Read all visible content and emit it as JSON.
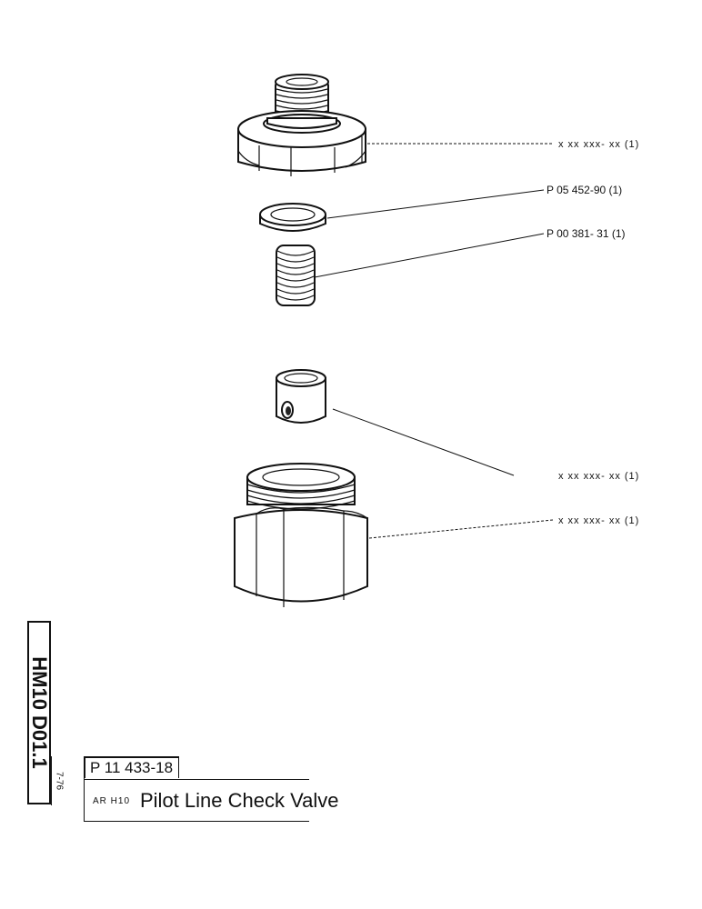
{
  "drawing": {
    "doc_code": "HM10 D01.1",
    "date_code": "7-76",
    "part_number": "P 11 433-18",
    "model_code": "AR H10",
    "title": "Pilot Line Check Valve"
  },
  "callouts": [
    {
      "part": "hex-nut-fitting",
      "label": "x xx xxx- xx (1)"
    },
    {
      "part": "sealing-ring",
      "label": "P 05 452-90 (1)"
    },
    {
      "part": "spring",
      "label": "P 00 381- 31 (1)"
    },
    {
      "part": "valve-poppet",
      "label": "x xx xxx- xx (1)"
    },
    {
      "part": "valve-body",
      "label": "x xx xxx- xx (1)"
    }
  ]
}
